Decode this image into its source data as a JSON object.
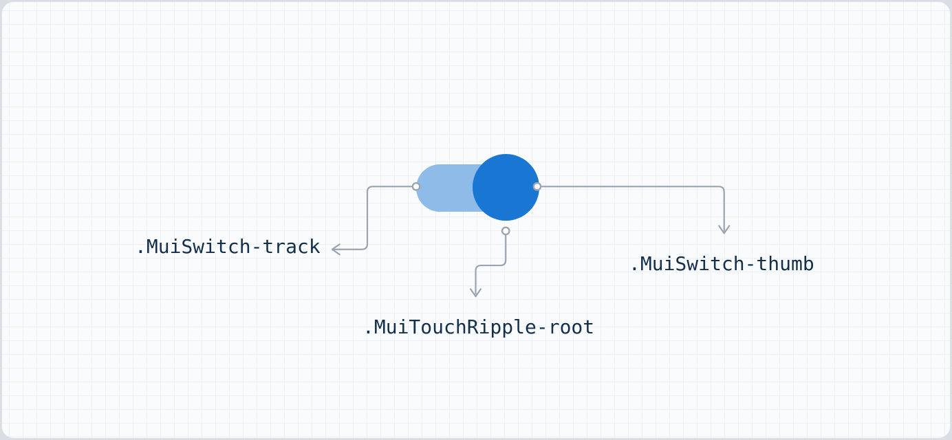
{
  "diagram": {
    "subject": "switch-component-css-classes",
    "annotations": [
      {
        "id": "track",
        "label": ".MuiSwitch-track"
      },
      {
        "id": "thumb",
        "label": ".MuiSwitch-thumb"
      },
      {
        "id": "touch_ripple",
        "label": ".MuiTouchRipple-root"
      }
    ],
    "colors": {
      "thumb_fill": "#1976d2",
      "track_fill": "#8fbbe9",
      "label_text": "#132f4c",
      "connector_line": "#9aa4b1",
      "connector_dot_fill": "#ffffff",
      "canvas_background": "#fafbfd",
      "grid_line": "#edf0f7",
      "outer_background": "#d9dde4"
    }
  }
}
